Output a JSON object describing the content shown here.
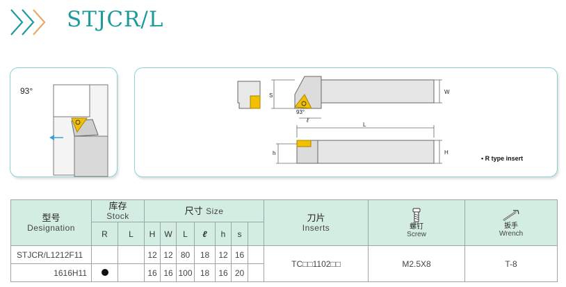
{
  "header": {
    "title": "STJCR/L"
  },
  "drawing": {
    "angle": "93°",
    "dims": {
      "S": "S",
      "W": "W",
      "L": "L",
      "h": "h",
      "H": "H",
      "ell": "ℓ",
      "small_angle": "93°"
    },
    "note": "• R type insert"
  },
  "colors": {
    "accent": "#1f9a9b",
    "panel_border": "#8fcfcf",
    "insert": "#f2c000",
    "arrow": "#3aa0d8",
    "table_header": "#d4ede2"
  },
  "table": {
    "designation": {
      "cn": "型号",
      "en": "Designation"
    },
    "stock": {
      "cn": "库存",
      "en": "Stock",
      "R": "R",
      "L": "L"
    },
    "size": {
      "cn": "尺寸",
      "en": "Size",
      "cols": [
        "H",
        "W",
        "L",
        "ℓ",
        "h",
        "s"
      ]
    },
    "inserts": {
      "cn": "刀片",
      "en": "Inserts"
    },
    "screw": {
      "cn": "螺钉",
      "en": "Screw",
      "icon": "screw-icon"
    },
    "wrench": {
      "cn": "扳手",
      "en": "Wrench",
      "icon": "wrench-icon"
    },
    "rows": [
      {
        "designation": "STJCR/L1212F11",
        "stock_r": "",
        "stock_l": "",
        "H": "12",
        "W": "12",
        "L": "80",
        "ell": "18",
        "h": "12",
        "s": "16"
      },
      {
        "designation": "1616H11",
        "stock_r": "●",
        "stock_l": "",
        "H": "16",
        "W": "16",
        "L": "100",
        "ell": "18",
        "h": "16",
        "s": "20"
      }
    ],
    "shared": {
      "inserts": "TC□□1102□□",
      "screw": "M2.5X8",
      "wrench": "T-8"
    }
  }
}
